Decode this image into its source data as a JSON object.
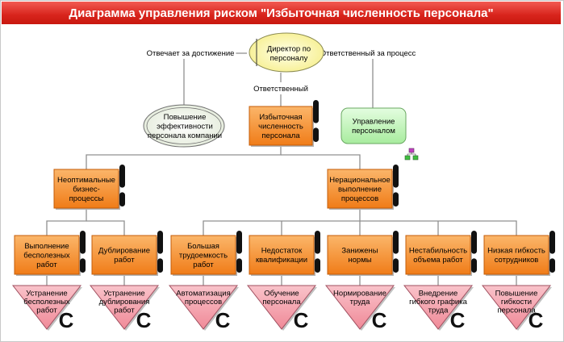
{
  "title": "Диаграмма управления риском \"Избыточная численность персонала\"",
  "colors": {
    "title_bg": "#d8241c",
    "orange_box": "#f58a24",
    "pink_triangle": "#f4a4ae",
    "green_box": "#c8f4c0",
    "yellow_ellipse": "#fffbb0",
    "edge": "#909090"
  },
  "edge_labels": {
    "achieve": "Отвечает за достижение",
    "process": "Ответственный за процесс",
    "responsible": "Ответственный"
  },
  "director": {
    "lines": [
      "Директор по",
      "персоналу"
    ]
  },
  "goal": {
    "lines": [
      "Повышение",
      "эффективности",
      "персонала компании"
    ]
  },
  "process": {
    "lines": [
      "Управление",
      "персоналом"
    ]
  },
  "root": {
    "lines": [
      "Избыточная",
      "численность",
      "персонала"
    ]
  },
  "causes_l1": [
    {
      "lines": [
        "Неоптимальные",
        "бизнес-",
        "процессы"
      ]
    },
    {
      "lines": [
        "Нерациональное",
        "выполнение",
        "процессов"
      ]
    }
  ],
  "causes_l2": [
    {
      "lines": [
        "Выполнение",
        "бесполезных",
        "работ"
      ]
    },
    {
      "lines": [
        "Дублирование",
        "работ"
      ]
    },
    {
      "lines": [
        "Большая",
        "трудоемкость",
        "работ"
      ]
    },
    {
      "lines": [
        "Недостаток",
        "квалификации"
      ]
    },
    {
      "lines": [
        "Занижены",
        "нормы"
      ]
    },
    {
      "lines": [
        "Нестабильность",
        "объема работ"
      ]
    },
    {
      "lines": [
        "Низкая гибкость",
        "сотрудников"
      ]
    }
  ],
  "measures": [
    {
      "lines": [
        "Устранение",
        "бесполезных",
        "работ"
      ]
    },
    {
      "lines": [
        "Устранение",
        "дублирования",
        "работ"
      ]
    },
    {
      "lines": [
        "Автоматизация",
        "процессов"
      ]
    },
    {
      "lines": [
        "Обучение",
        "персонала"
      ]
    },
    {
      "lines": [
        "Нормирование",
        "труда"
      ]
    },
    {
      "lines": [
        "Внедрение",
        "гибкого графика",
        "труда"
      ]
    },
    {
      "lines": [
        "Повышение",
        "гибкости",
        "персонала"
      ]
    }
  ],
  "measure_mark": "C"
}
